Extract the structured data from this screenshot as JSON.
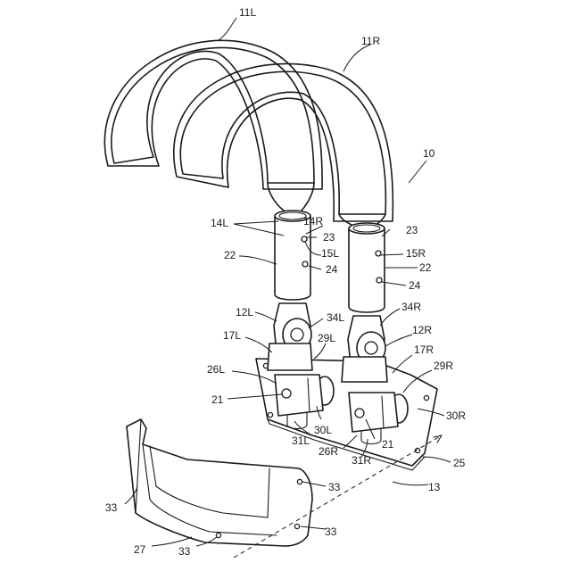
{
  "labels": {
    "l11L": "11L",
    "l11R": "11R",
    "l10": "10",
    "l14L": "14L",
    "l14R": "14R",
    "l23a": "23",
    "l23b": "23",
    "l15L": "15L",
    "l15R": "15R",
    "l22a": "22",
    "l22b": "22",
    "l24a": "24",
    "l24b": "24",
    "l12L": "12L",
    "l34L": "34L",
    "l34R": "34R",
    "l12R": "12R",
    "l17L": "17L",
    "l29L": "29L",
    "l17R": "17R",
    "l26L": "26L",
    "l29R": "29R",
    "l21a": "21",
    "l21b": "21",
    "l30L": "30L",
    "l30R": "30R",
    "l31L": "31L",
    "l26R": "26R",
    "l31R": "31R",
    "l25": "25",
    "l13": "13",
    "l33a": "33",
    "l33b": "33",
    "l33c": "33",
    "l33d": "33",
    "l27": "27"
  }
}
